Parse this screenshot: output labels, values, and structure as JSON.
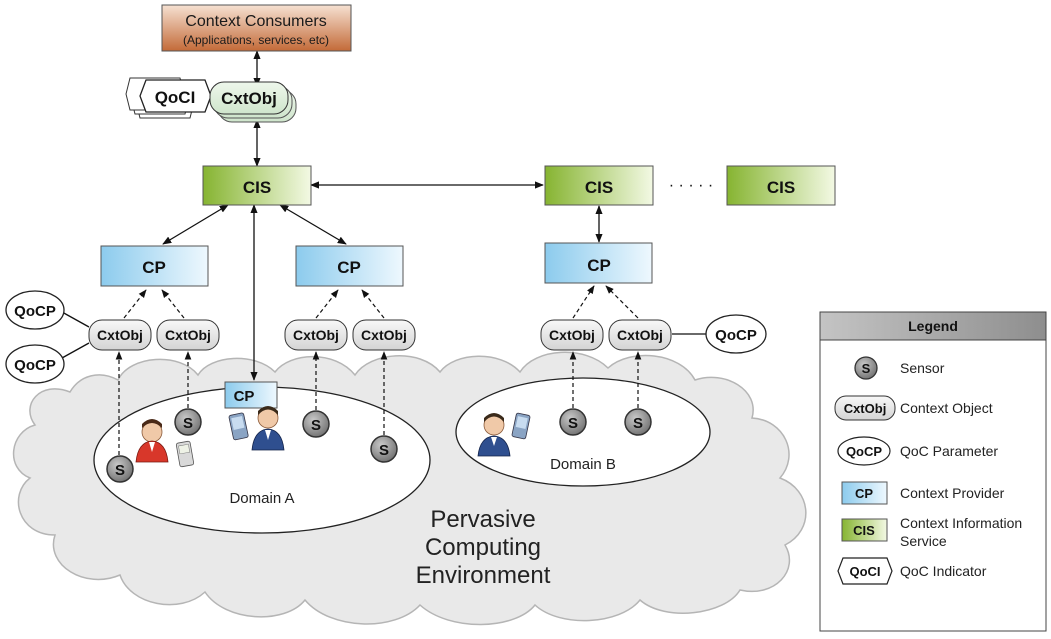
{
  "consumers": {
    "title": "Context Consumers",
    "subtitle": "(Applications, services, etc)"
  },
  "labels": {
    "qoci": "QoCI",
    "cxtobj": "CxtObj",
    "cis": "CIS",
    "cp": "CP",
    "qocp": "QoCP",
    "sensor": "S",
    "dots": "· · · · ·"
  },
  "domains": {
    "a": "Domain A",
    "b": "Domain B"
  },
  "environment": {
    "line1": "Pervasive",
    "line2": "Computing",
    "line3": "Environment"
  },
  "legend": {
    "title": "Legend",
    "items": [
      {
        "symbol": "S",
        "label": "Sensor"
      },
      {
        "symbol": "CxtObj",
        "label": "Context Object"
      },
      {
        "symbol": "QoCP",
        "label": "QoC Parameter"
      },
      {
        "symbol": "CP",
        "label": "Context Provider"
      },
      {
        "symbol": "CIS",
        "label": "Context Information",
        "label2": "Service"
      },
      {
        "symbol": "QoCI",
        "label": "QoC Indicator"
      }
    ]
  },
  "colors": {
    "consumer_top": "#f3d6c2",
    "consumer_bottom": "#c8703e",
    "cis_left": "#8fbc3c",
    "cis_right": "#f1f8e0",
    "cp_left": "#9cd3f0",
    "cp_right": "#e9f6fd",
    "cloud": "#e8e8e8",
    "sensor": "#8c8c8c",
    "person_red": "#d8372a",
    "person_blue": "#2f4f8f"
  }
}
